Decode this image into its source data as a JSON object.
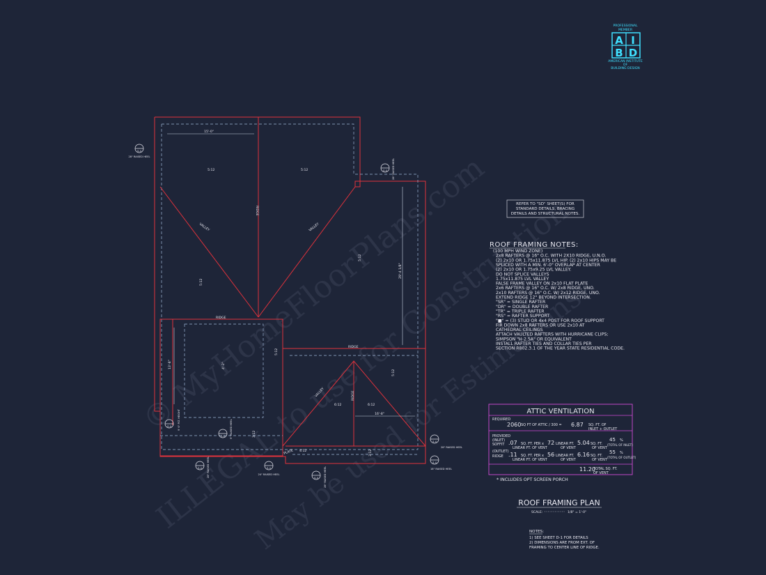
{
  "badge": {
    "top": "PROFESSIONAL",
    "top2": "MEMBER",
    "letters": [
      "A",
      "I",
      "B",
      "D"
    ],
    "bottom1": "AMERICAN INSTITUTE",
    "bottom2": "OF",
    "bottom3": "BUILDING DESIGN"
  },
  "watermark": {
    "line1": "© MyHomeFloorPlans.com",
    "line2": "ILLEGAL to use for Construction",
    "line3": "May be used for Estimations"
  },
  "plan_labels": {
    "ridge": "RIDGE",
    "valley": "VALLEY",
    "plate": "PLATE",
    "pitch": "5:12",
    "pitch_alt": "6:12",
    "pitch_low": "3:12",
    "dim_top": "15'-0\"",
    "dim_right": "29'-4 1/8\"",
    "dim_left": "13'-8\"",
    "dim_small": "4'-2\"",
    "dim_bottom": "16'-8\"",
    "dim_plate": "4:12",
    "heel_raised": "28\" RAISED HEEL",
    "heel_9": "9\" RAISED HEEL",
    "heel_18": "18\" RAISED HEEL",
    "heel_24": "24\" RAISED HEEL",
    "heel_plt": "9' 6\" PLT. HEIGHT",
    "sec": "S-4"
  },
  "refer_note": [
    "REFER TO \"SD\" SHEET(S) FOR",
    "STANDARD DETAILS, BRACING",
    "DETAILS AND STRUCTURAL NOTES."
  ],
  "framing_notes": {
    "title": "ROOF FRAMING NOTES:",
    "lines": [
      "(100 MPH WIND ZONE)",
      "2x8 RAFTERS @ 16\" O.C. WITH 2X10 RIDGE, U.N.O.",
      "(2) 2x10 OR 1.75x11.875 LVL HIP. (2) 2x10 HIPS MAY BE",
      "SPLICED WITH A MIN. 6'-0\" OVERLAP AT CENTER",
      "(2) 2x10 OR 1.75x9.25 LVL VALLEY.",
      "DO NOT SPLICE VALLEYS",
      "1.75x11.875 LVL VALLEY",
      "FALSE FRAME VALLEY ON 2x10 FLAT PLATE",
      "2x6 RAFTERS @ 16\" O.C. W/ 2x8 RIDGE, UNO.",
      "2x10 RAFTERS @ 16\" O.C. W/ 2x12 RIDGE, UNO.",
      "EXTEND RIDGE 12\" BEYOND INTERSECTION.",
      "\"SR\" = SINGLE RAFTER",
      "\"DR\" = DOUBLE RAFTER",
      "\"TR\" = TRIPLE RAFTER",
      "\"RS\" = RAFTER SUPPORT",
      "\"■\" = (3) STUD OR 4x4 POST FOR ROOF SUPPORT",
      "FIR DOWN 2x8 RAFTERS OR USE 2x10 AT",
      "CATHEDRAL CEILINGS",
      "ATTACH VAULTED RAFTERS WITH HURRICANE CLIPS;",
      "SIMPSON \"H-2.5A\" OR EQUIVALENT",
      "INSTALL RAFTER TIES AND COLLAR TIES PER",
      "SECTION R802.3.1 OF THE YEAR STATE RESIDENTIAL CODE."
    ]
  },
  "attic": {
    "title": "ATTIC VENTILATION",
    "required_label": "REQUIRED",
    "required_attic": "2060",
    "required_mid": "SQ FT OF ATTIC / 300 =",
    "required_result": "6.87",
    "required_unit": "SQ. FT. OF",
    "required_unit2": "INLET + OUTLET",
    "provided_label": "PROVIDED",
    "inlet_label": "(INLET)",
    "soffit_label": "SOFFIT",
    "soffit_rate": ".07",
    "soffit_mid": "SQ. FT. PER x",
    "soffit_mid2": "LINEAR FT. OF VENT",
    "soffit_len": "72",
    "soffit_unit": "LINEAR FT.",
    "soffit_unit2": "OF VENT",
    "soffit_total": "5.04",
    "soffit_total_unit": "SQ. FT.",
    "soffit_total_unit2": "OF VENT",
    "soffit_pct": "45",
    "outlet_label": "(OUTLET)",
    "ridge_label": "RIDGE",
    "ridge_rate": ".11",
    "ridge_len": "56",
    "ridge_total": "6.16",
    "ridge_pct": "55",
    "pct_unit": "%",
    "inlet_total_label": "(TOTAL OF INLET)",
    "outlet_total_label": "(TOTAL OF OUTLET)",
    "total": "11.20",
    "total_unit": "TOTAL SQ. FT.",
    "total_unit2": "OF VENT",
    "footnote": "* INCLUDES OPT SCREEN PORCH"
  },
  "title_block": {
    "title": "ROOF FRAMING PLAN",
    "scale_label": "SCALE:",
    "scale_value": "1/8\" = 1'-0\""
  },
  "bottom_notes": {
    "title": "NOTES:",
    "lines": [
      "1) SEE SHEET D-1 FOR DETAILS",
      "2) DIMENSIONS ARE FROM EXT. OF",
      "   FRAMING TO CENTER LINE OF RIDGE."
    ]
  },
  "colors": {
    "background": "#1e2538",
    "roof_line": "#e0323c",
    "dashed": "#9fb6d8",
    "text": "#e8e8f0",
    "accent": "#3fe0ff",
    "table": "#d24bd8"
  }
}
